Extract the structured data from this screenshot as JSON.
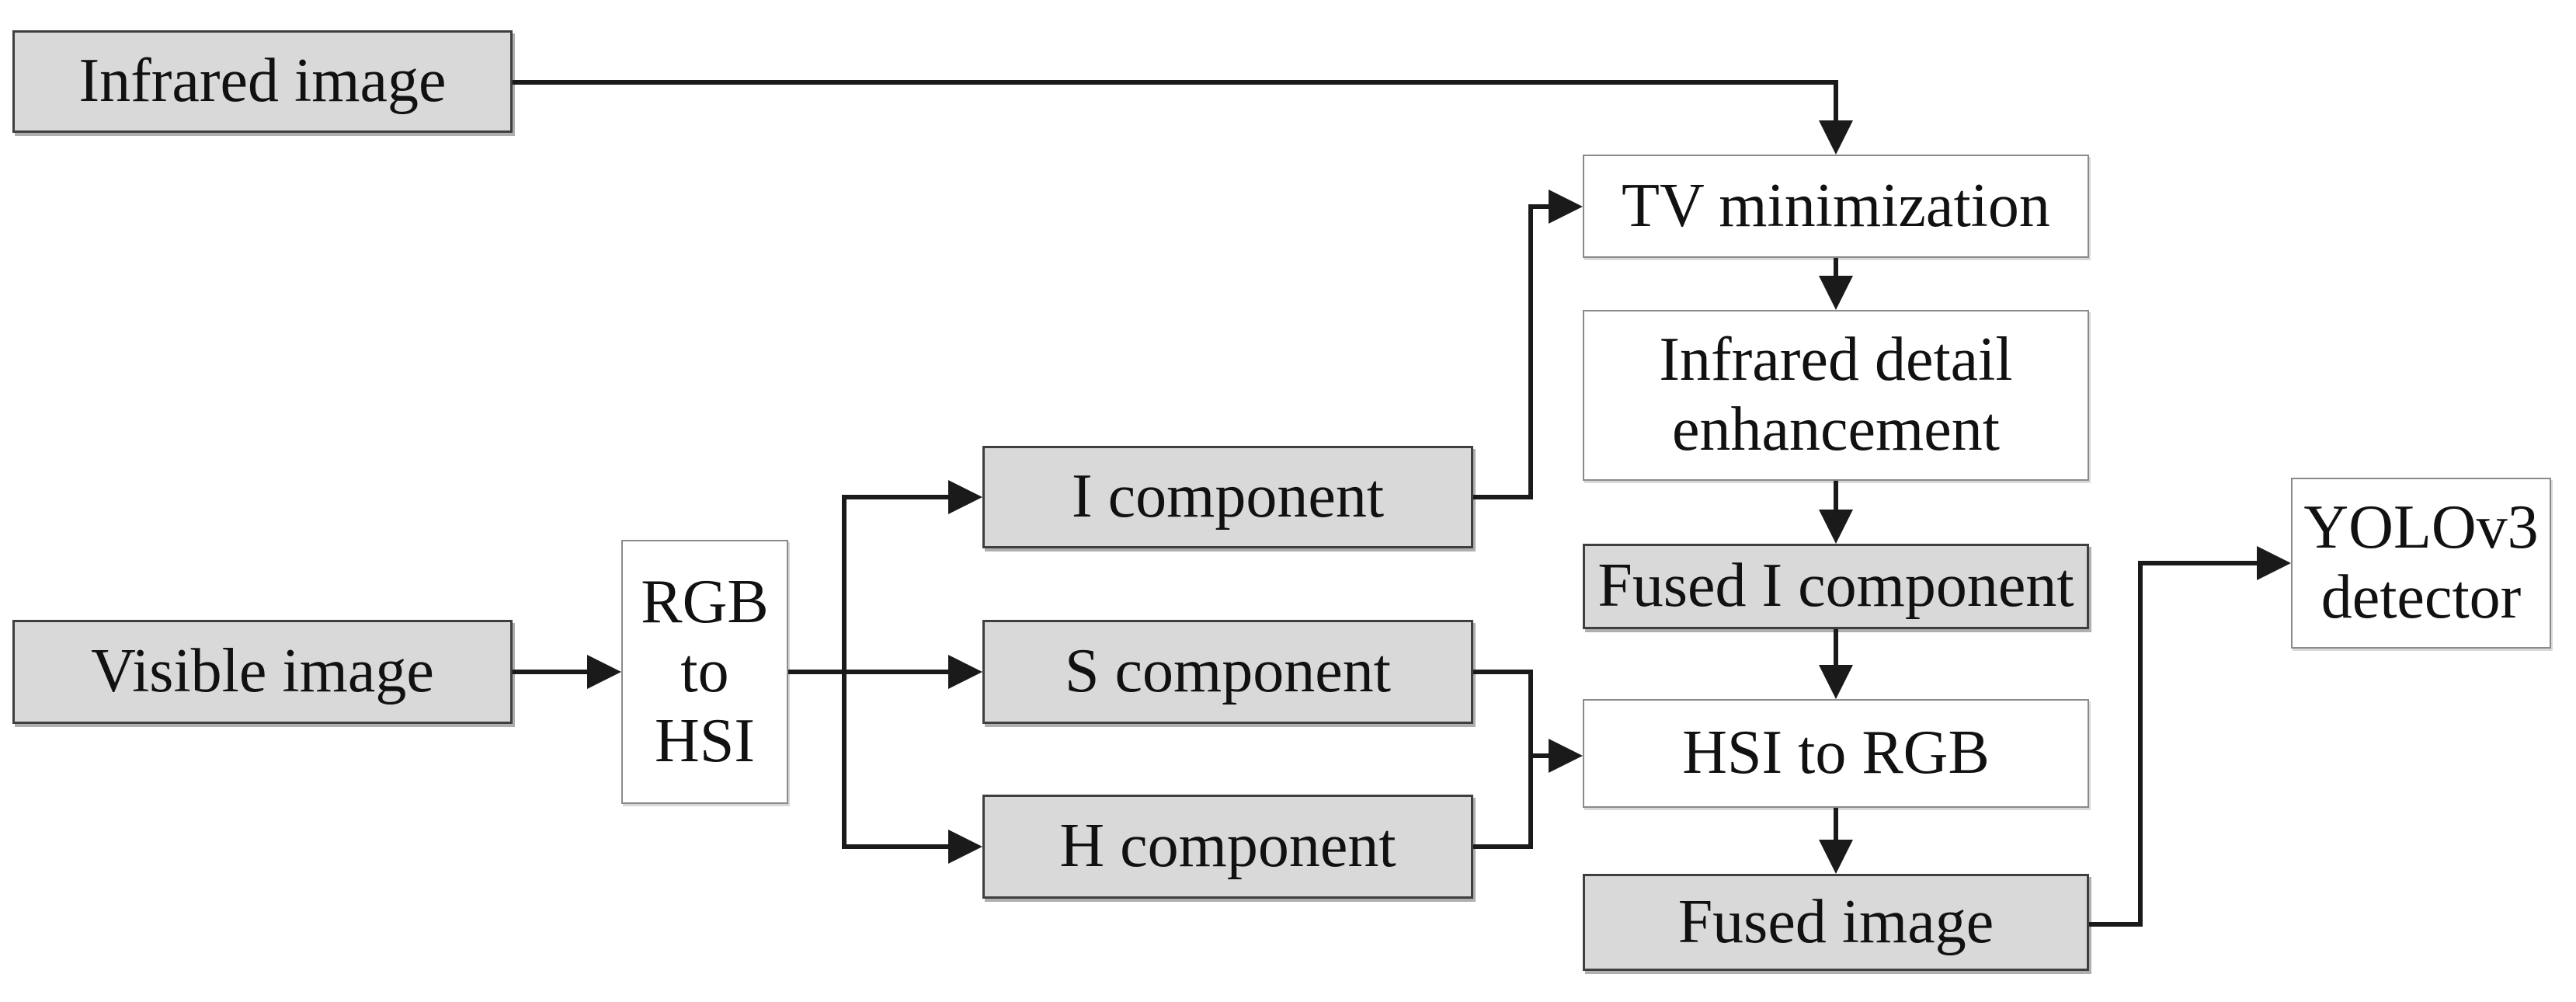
{
  "diagram": {
    "type": "flowchart",
    "description": "Infrared and visible image fusion pipeline with YOLOv3 detection"
  },
  "colors": {
    "background": "#ffffff",
    "node_fill_gray": "#d9d9d9",
    "node_fill_white": "#ffffff",
    "connector_line": "#1a1a1a",
    "gray_node_border": "#3f3f3f",
    "white_node_border": "#8a8a8a",
    "text": "#111111"
  },
  "nodes": {
    "infrared_image": {
      "label": "Infrared image",
      "fill": "#d9d9d9"
    },
    "visible_image": {
      "label": "Visible image",
      "fill": "#d9d9d9"
    },
    "rgb_to_hsi": {
      "label": "RGB to HSI",
      "fill": "#ffffff"
    },
    "i_component": {
      "label": "I component",
      "fill": "#d9d9d9"
    },
    "s_component": {
      "label": "S component",
      "fill": "#d9d9d9"
    },
    "h_component": {
      "label": "H component",
      "fill": "#d9d9d9"
    },
    "tv_minimization": {
      "label": "TV minimization",
      "fill": "#ffffff"
    },
    "infrared_detail_enhancement": {
      "label": "Infrared detail enhancement",
      "fill": "#ffffff"
    },
    "fused_i_component": {
      "label": "Fused I component",
      "fill": "#d9d9d9"
    },
    "hsi_to_rgb": {
      "label": "HSI to RGB",
      "fill": "#ffffff"
    },
    "fused_image": {
      "label": "Fused image",
      "fill": "#d9d9d9"
    },
    "yolov3_detector": {
      "label": "YOLOv3 detector",
      "fill": "#ffffff"
    }
  },
  "edges": [
    {
      "from": "infrared_image",
      "to": "tv_minimization"
    },
    {
      "from": "visible_image",
      "to": "rgb_to_hsi"
    },
    {
      "from": "rgb_to_hsi",
      "to": "i_component"
    },
    {
      "from": "rgb_to_hsi",
      "to": "s_component"
    },
    {
      "from": "rgb_to_hsi",
      "to": "h_component"
    },
    {
      "from": "i_component",
      "to": "tv_minimization"
    },
    {
      "from": "tv_minimization",
      "to": "infrared_detail_enhancement"
    },
    {
      "from": "infrared_detail_enhancement",
      "to": "fused_i_component"
    },
    {
      "from": "fused_i_component",
      "to": "hsi_to_rgb"
    },
    {
      "from": "s_component",
      "to": "hsi_to_rgb"
    },
    {
      "from": "h_component",
      "to": "hsi_to_rgb"
    },
    {
      "from": "hsi_to_rgb",
      "to": "fused_image"
    },
    {
      "from": "fused_image",
      "to": "yolov3_detector"
    }
  ]
}
